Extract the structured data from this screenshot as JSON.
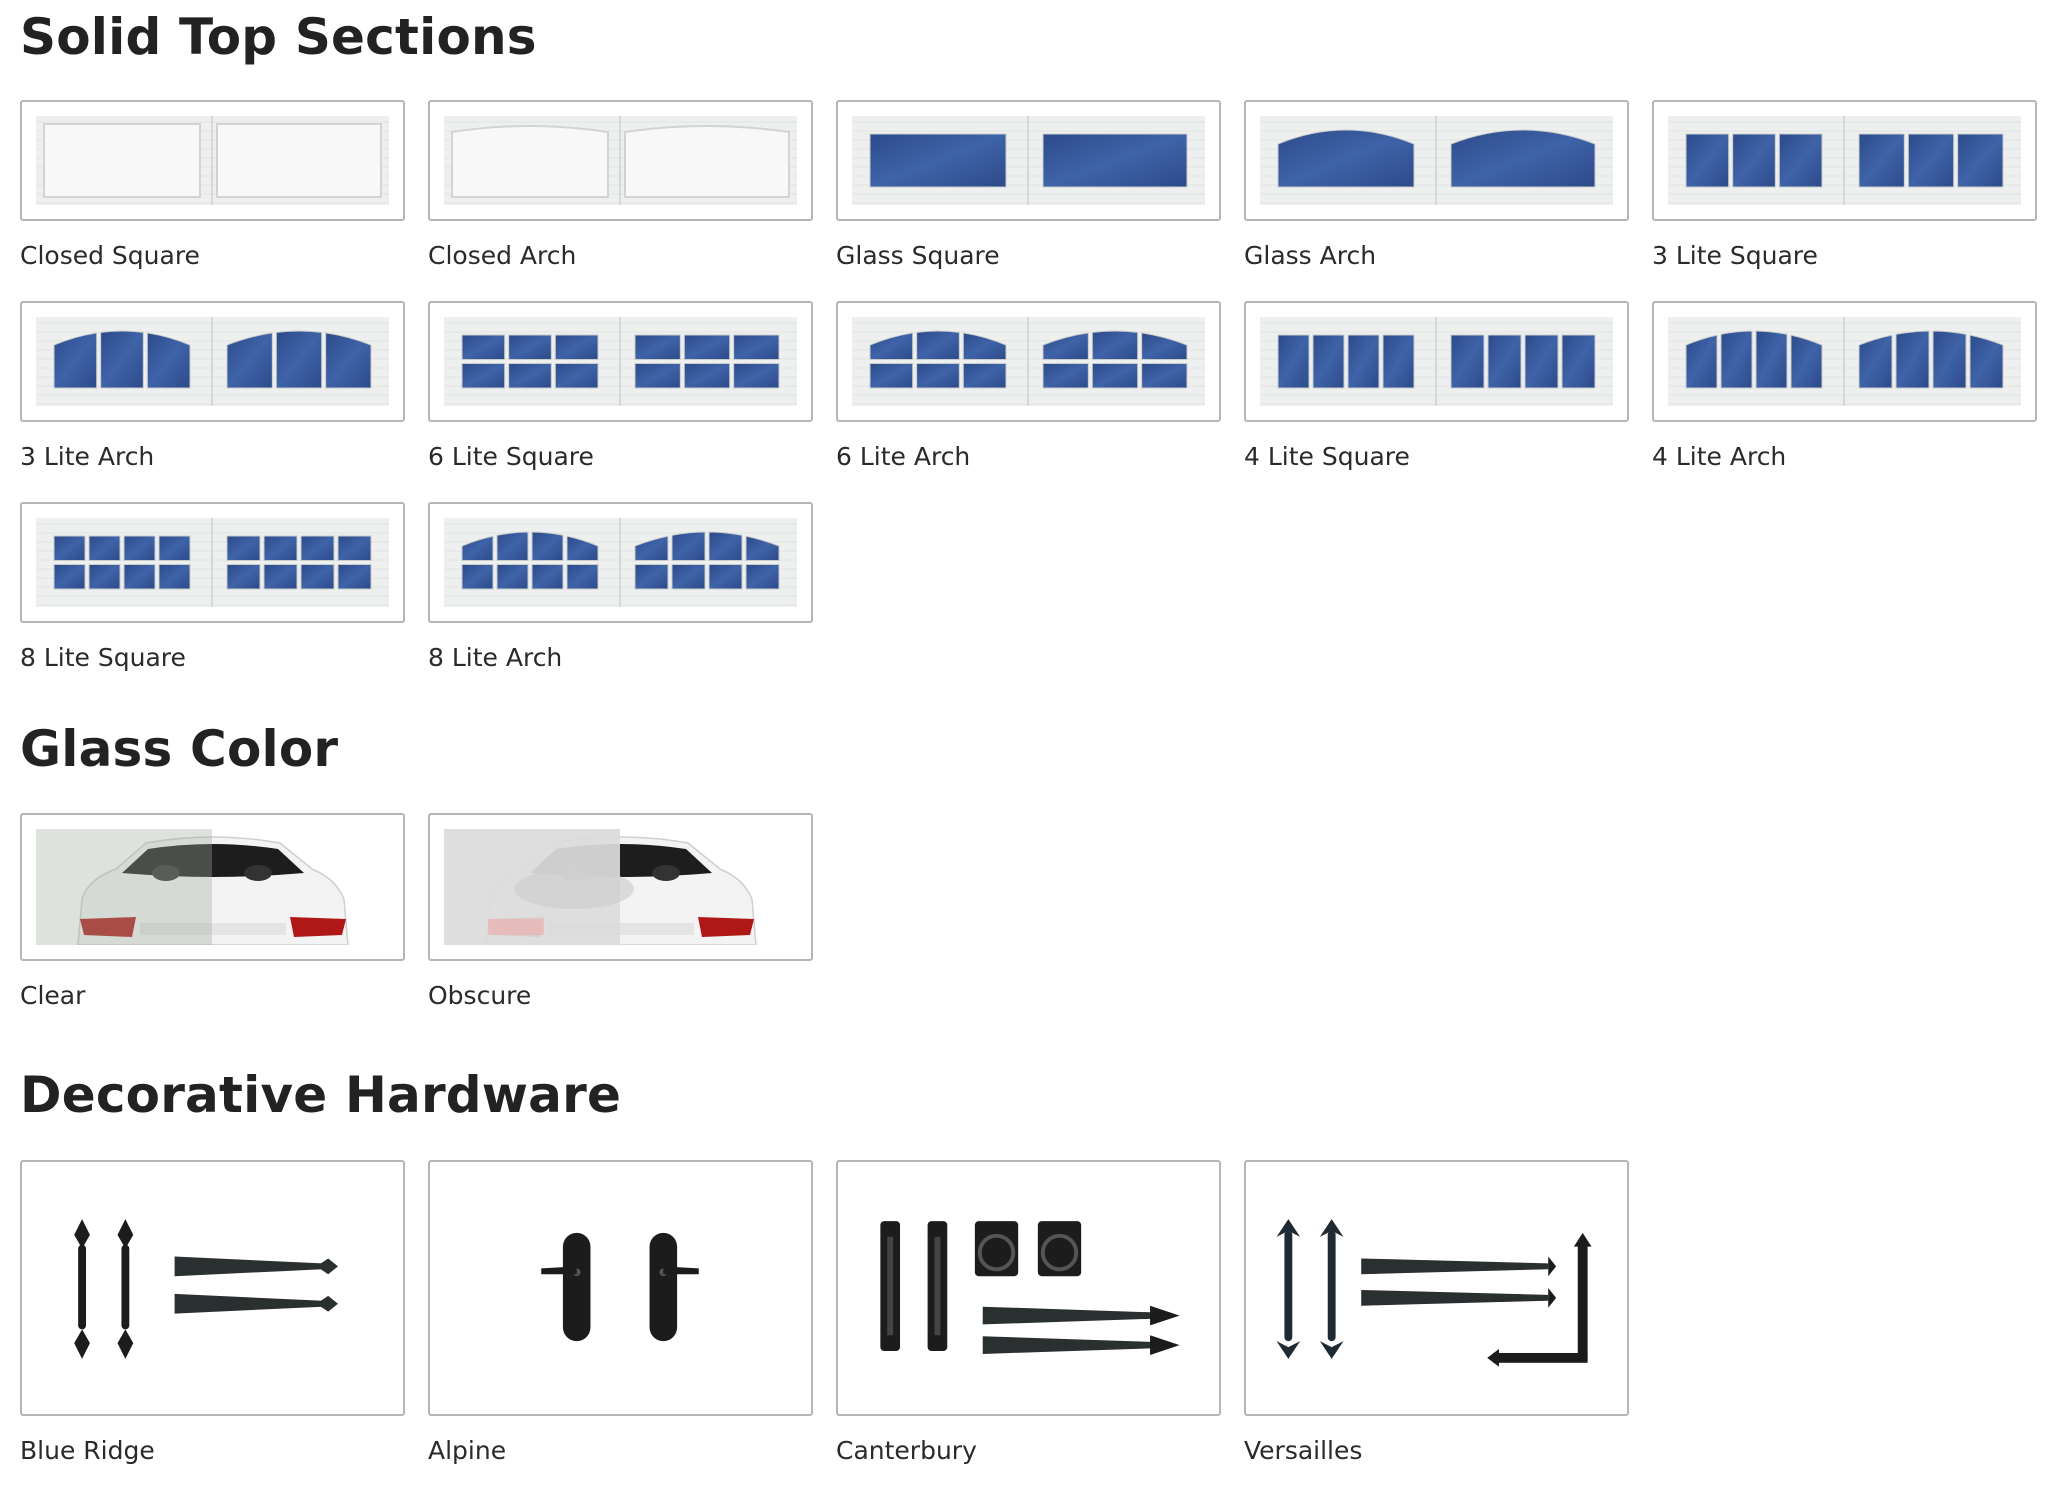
{
  "sections": {
    "title": "Solid Top Sections",
    "items": [
      {
        "label": "Closed Square",
        "type": "closed",
        "shape": "square",
        "lites": 0
      },
      {
        "label": "Closed Arch",
        "type": "closed",
        "shape": "arch",
        "lites": 0
      },
      {
        "label": "Glass Square",
        "type": "glass",
        "shape": "square",
        "lites": 1
      },
      {
        "label": "Glass Arch",
        "type": "glass",
        "shape": "arch",
        "lites": 1
      },
      {
        "label": "3 Lite Square",
        "type": "glass",
        "shape": "square",
        "lites": 3
      },
      {
        "label": "3 Lite Arch",
        "type": "glass",
        "shape": "arch",
        "lites": 3
      },
      {
        "label": "6 Lite Square",
        "type": "grid",
        "shape": "square",
        "lites": 6
      },
      {
        "label": "6 Lite Arch",
        "type": "grid",
        "shape": "arch",
        "lites": 6
      },
      {
        "label": "4 Lite Square",
        "type": "glass",
        "shape": "square",
        "lites": 4
      },
      {
        "label": "4 Lite Arch",
        "type": "glass",
        "shape": "arch",
        "lites": 4
      },
      {
        "label": "8 Lite Square",
        "type": "grid",
        "shape": "square",
        "lites": 8
      },
      {
        "label": "8 Lite Arch",
        "type": "grid",
        "shape": "arch",
        "lites": 8
      }
    ]
  },
  "glass_color": {
    "title": "Glass Color",
    "items": [
      {
        "label": "Clear",
        "icon": "car-rear-window-clear-icon"
      },
      {
        "label": "Obscure",
        "icon": "car-rear-window-obscure-icon"
      }
    ]
  },
  "hardware": {
    "title": "Decorative Hardware",
    "items": [
      {
        "label": "Blue Ridge",
        "icon": "spade-handles-hinges-icon"
      },
      {
        "label": "Alpine",
        "icon": "lever-handles-icon"
      },
      {
        "label": "Canterbury",
        "icon": "ring-pulls-hinges-icon"
      },
      {
        "label": "Versailles",
        "icon": "fleur-handles-hinges-icon"
      }
    ]
  },
  "colors": {
    "glass": "#3f63a8",
    "glass_dark": "#2c4a8a",
    "panel": "#eef0ef",
    "frame": "#f4f5f4",
    "hardware": "#1c1c1c",
    "card_border": "#b5b5b5"
  }
}
